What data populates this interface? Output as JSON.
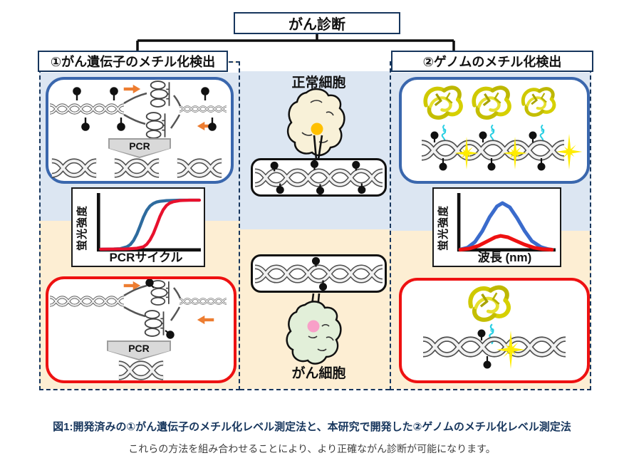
{
  "figure": {
    "root_label": "がん診断",
    "left_header": "①がん遺伝子のメチル化検出",
    "right_header": "②ゲノムのメチル化検出",
    "middle": {
      "normal_cell_label": "正常細胞",
      "cancer_cell_label": "がん細胞"
    },
    "left_top_panel": {
      "pcr_label": "PCR"
    },
    "left_bottom_panel": {
      "pcr_label": "PCR"
    },
    "caption_line1": "図1:開発済みの①がん遺伝子のメチル化レベル測定法と、本研究で開発した②ゲノムのメチル化レベル測定法",
    "caption_line2": "これらの方法を組み合わせることにより、より正確ながん診断が可能になります。"
  },
  "chart_data": [
    {
      "type": "line",
      "title": "",
      "xlabel": "PCRサイクル",
      "ylabel": "蛍光強度",
      "x_range": [
        0,
        30
      ],
      "y_range": [
        0,
        1.08
      ],
      "grid": false,
      "legend": "none",
      "series": [
        {
          "name": "blue-sigmoid",
          "color": "#2e6b9e",
          "width": 4.2,
          "points": [
            [
              0,
              0
            ],
            [
              4,
              0.005
            ],
            [
              6,
              0.01
            ],
            [
              8,
              0.05
            ],
            [
              9,
              0.095
            ],
            [
              10,
              0.18
            ],
            [
              11,
              0.31
            ],
            [
              12,
              0.48
            ],
            [
              13,
              0.66
            ],
            [
              14,
              0.8
            ],
            [
              15,
              0.89
            ],
            [
              16,
              0.94
            ],
            [
              17,
              0.97
            ],
            [
              18,
              0.985
            ],
            [
              20,
              1.0
            ],
            [
              24,
              1.01
            ],
            [
              30,
              1.01
            ]
          ]
        },
        {
          "name": "red-sigmoid",
          "color": "#e8112d",
          "width": 4.2,
          "points": [
            [
              0,
              0
            ],
            [
              8,
              0.005
            ],
            [
              11,
              0.02
            ],
            [
              13,
              0.05
            ],
            [
              14,
              0.1
            ],
            [
              15,
              0.19
            ],
            [
              16,
              0.32
            ],
            [
              17,
              0.49
            ],
            [
              18,
              0.67
            ],
            [
              19,
              0.81
            ],
            [
              20,
              0.9
            ],
            [
              21,
              0.95
            ],
            [
              22,
              0.975
            ],
            [
              24,
              1.0
            ],
            [
              27,
              1.01
            ],
            [
              30,
              1.01
            ]
          ]
        }
      ]
    },
    {
      "type": "line",
      "title": "",
      "xlabel": "波長 (nm)",
      "ylabel": "蛍光強度",
      "x_range": [
        0,
        10
      ],
      "y_range": [
        0,
        1.12
      ],
      "grid": false,
      "legend": "none",
      "series": [
        {
          "name": "blue-peak",
          "color": "#3a6bcc",
          "width": 5,
          "points": [
            [
              0,
              0.01
            ],
            [
              0.8,
              0.05
            ],
            [
              1.6,
              0.17
            ],
            [
              2.4,
              0.4
            ],
            [
              3.2,
              0.7
            ],
            [
              4.0,
              0.93
            ],
            [
              4.6,
              1.0
            ],
            [
              5.4,
              0.91
            ],
            [
              6.2,
              0.68
            ],
            [
              7.0,
              0.41
            ],
            [
              7.8,
              0.19
            ],
            [
              8.8,
              0.06
            ],
            [
              9.6,
              0.015
            ],
            [
              10,
              0.005
            ]
          ]
        },
        {
          "name": "red-peak",
          "color": "#ee1111",
          "width": 5,
          "points": [
            [
              0,
              0.005
            ],
            [
              1,
              0.03
            ],
            [
              2,
              0.09
            ],
            [
              3,
              0.19
            ],
            [
              3.8,
              0.27
            ],
            [
              4.4,
              0.3
            ],
            [
              5.2,
              0.27
            ],
            [
              6,
              0.2
            ],
            [
              7,
              0.115
            ],
            [
              8,
              0.05
            ],
            [
              9,
              0.015
            ],
            [
              10,
              0.005
            ]
          ]
        }
      ]
    }
  ],
  "palette": {
    "navy": "#17365d",
    "bg_blue": "#dce6f2",
    "bg_cream": "#fdeed3",
    "panel_blue": "#3a67ad",
    "panel_red": "#ee1111",
    "arrow_orange": "#ed7d31",
    "star_yellow": "#ffec00",
    "protein_yellow": "#cfc900",
    "linker_cyan": "#29cfe3",
    "nucleus_orange": "#ffc000",
    "nucleus_pink": "#f8a0c8",
    "cell_normal_fill": "#f8f1d8",
    "cell_cancer_fill": "#e2efd9",
    "caption_navy": "#17365d",
    "caption_gray": "#404040"
  }
}
